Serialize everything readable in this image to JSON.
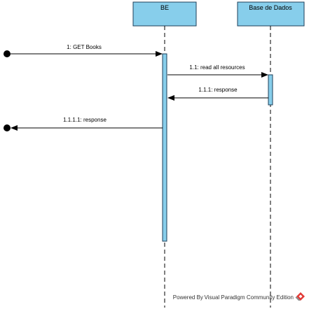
{
  "diagram": {
    "lifelines": [
      {
        "id": "be",
        "label": "BE"
      },
      {
        "id": "db",
        "label": "Base de Dados"
      }
    ],
    "messages": [
      {
        "label": "1: GET Books"
      },
      {
        "label": "1.1: read all resources"
      },
      {
        "label": "1.1.1: response"
      },
      {
        "label": "1.1.1.1: response"
      }
    ]
  },
  "watermark": {
    "text": "Powered By Visual Paradigm Community Edition",
    "icon": "visual-paradigm-logo-icon"
  },
  "colors": {
    "lifeline_fill": "#87CEEB",
    "lifeline_stroke": "#1E3F5A",
    "line": "#000000",
    "logo_red": "#E23A36",
    "logo_gray": "#8A8A8A"
  }
}
